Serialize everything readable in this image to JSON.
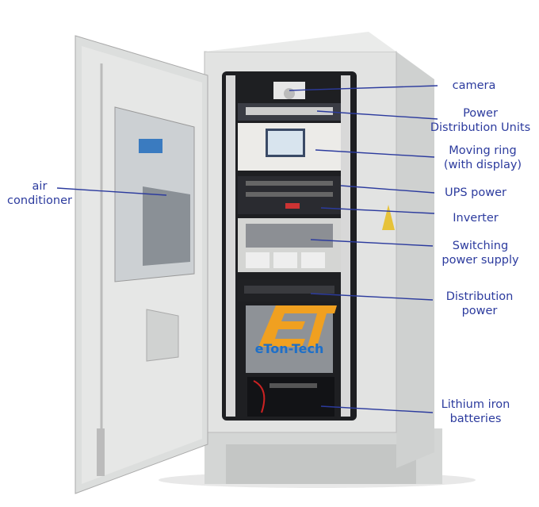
{
  "labels": {
    "camera": "camera",
    "pdu": [
      "Power",
      "Distribution Units"
    ],
    "moving_ring": [
      "Moving ring",
      "(with display)"
    ],
    "ups": "UPS power",
    "inverter": "Inverter",
    "switching": [
      "Switching",
      "power supply"
    ],
    "distribution": [
      "Distribution",
      "power"
    ],
    "lithium": [
      "Lithium iron",
      "batteries"
    ],
    "air_conditioner": [
      "air",
      "conditioner"
    ]
  },
  "watermark": "eTon-Tech",
  "colors": {
    "label": "#2c3b9e",
    "cabinet": "#dcdedd",
    "rack": "#1e1f22",
    "logo": "#f0a020"
  }
}
